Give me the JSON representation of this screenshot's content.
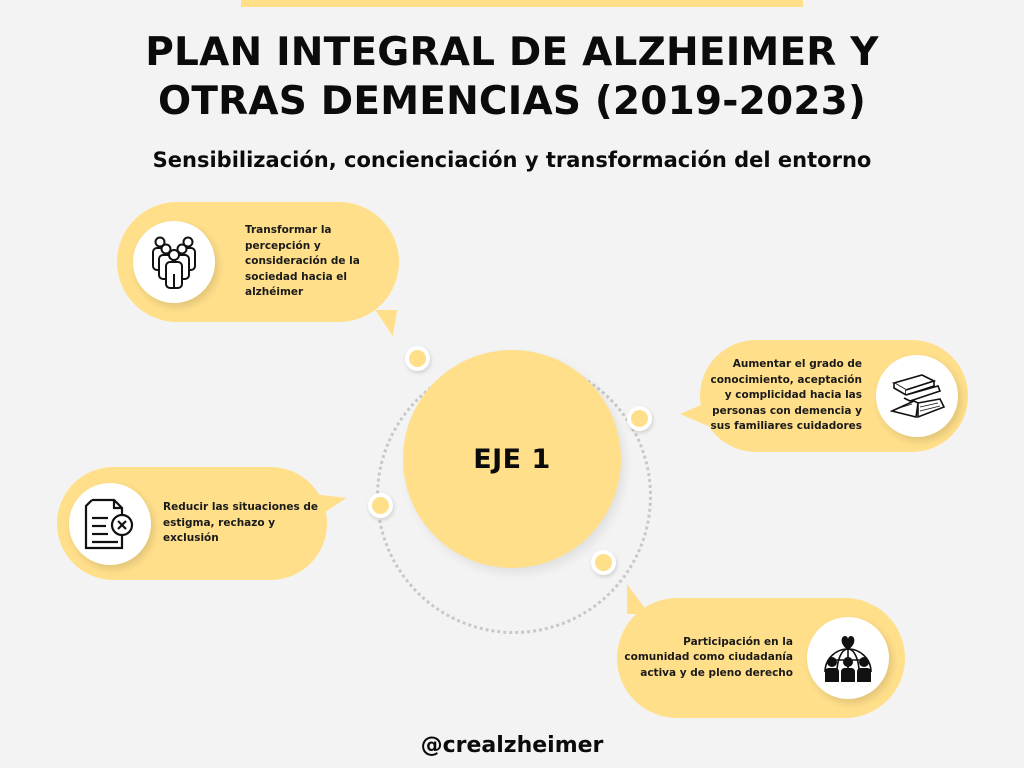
{
  "header": {
    "title_line1": "PLAN INTEGRAL DE ALZHEIMER Y",
    "title_line2": "OTRAS DEMENCIAS (2019-2023)",
    "subtitle": "Sensibilización, concienciación y transformación del entorno"
  },
  "hub": {
    "label": "EJE 1"
  },
  "bubbles": [
    {
      "icon": "group-of-people-icon",
      "text": "Transformar la percepción y consideración de la sociedad hacia el alzhéimer"
    },
    {
      "icon": "books-icon",
      "text": "Aumentar el grado de conocimiento, aceptación y complicidad hacia las personas con demencia y sus familiares cuidadores"
    },
    {
      "icon": "document-rejected-icon",
      "text": "Reducir las situaciones de estigma, rechazo y exclusión"
    },
    {
      "icon": "community-globe-heart-icon",
      "text": "Participación en la comunidad como ciudadanía activa y de pleno derecho"
    }
  ],
  "footer": {
    "handle": "@crealzheimer"
  },
  "colors": {
    "background": "#f3f3f3",
    "accent_yellow": "#ffdf8a",
    "text": "#0b0b0b"
  }
}
